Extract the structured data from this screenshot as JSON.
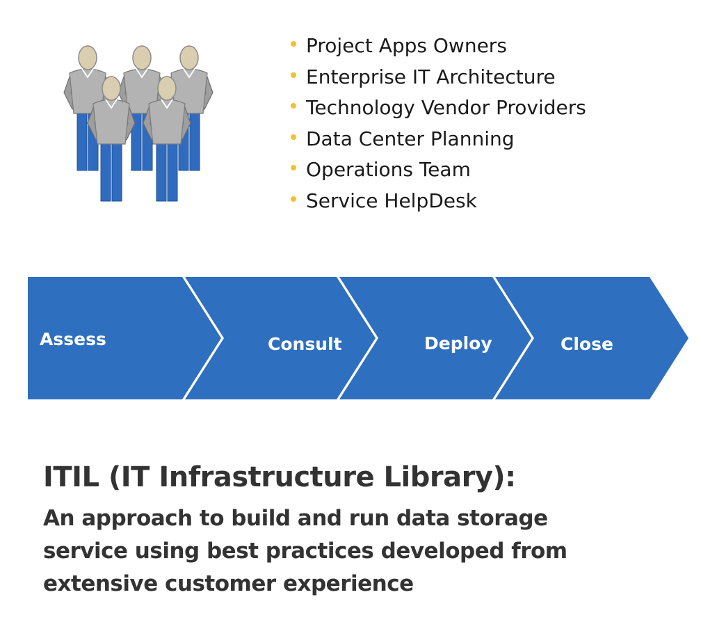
{
  "stakeholders": {
    "icon": "people-group-icon",
    "bullet_color": "#f2c12e",
    "items": [
      "Project Apps Owners",
      "Enterprise IT Architecture",
      "Technology Vendor Providers",
      "Data Center Planning",
      "Operations Team",
      "Service HelpDesk"
    ]
  },
  "process": {
    "color": "#2e6fbf",
    "stages": [
      "Assess",
      "Consult",
      "Deploy",
      "Close"
    ]
  },
  "itil": {
    "title": "ITIL (IT Infrastructure Library):",
    "description_lines": [
      "An approach to build and run data storage",
      "service using best practices developed from",
      "extensive customer experience"
    ]
  }
}
